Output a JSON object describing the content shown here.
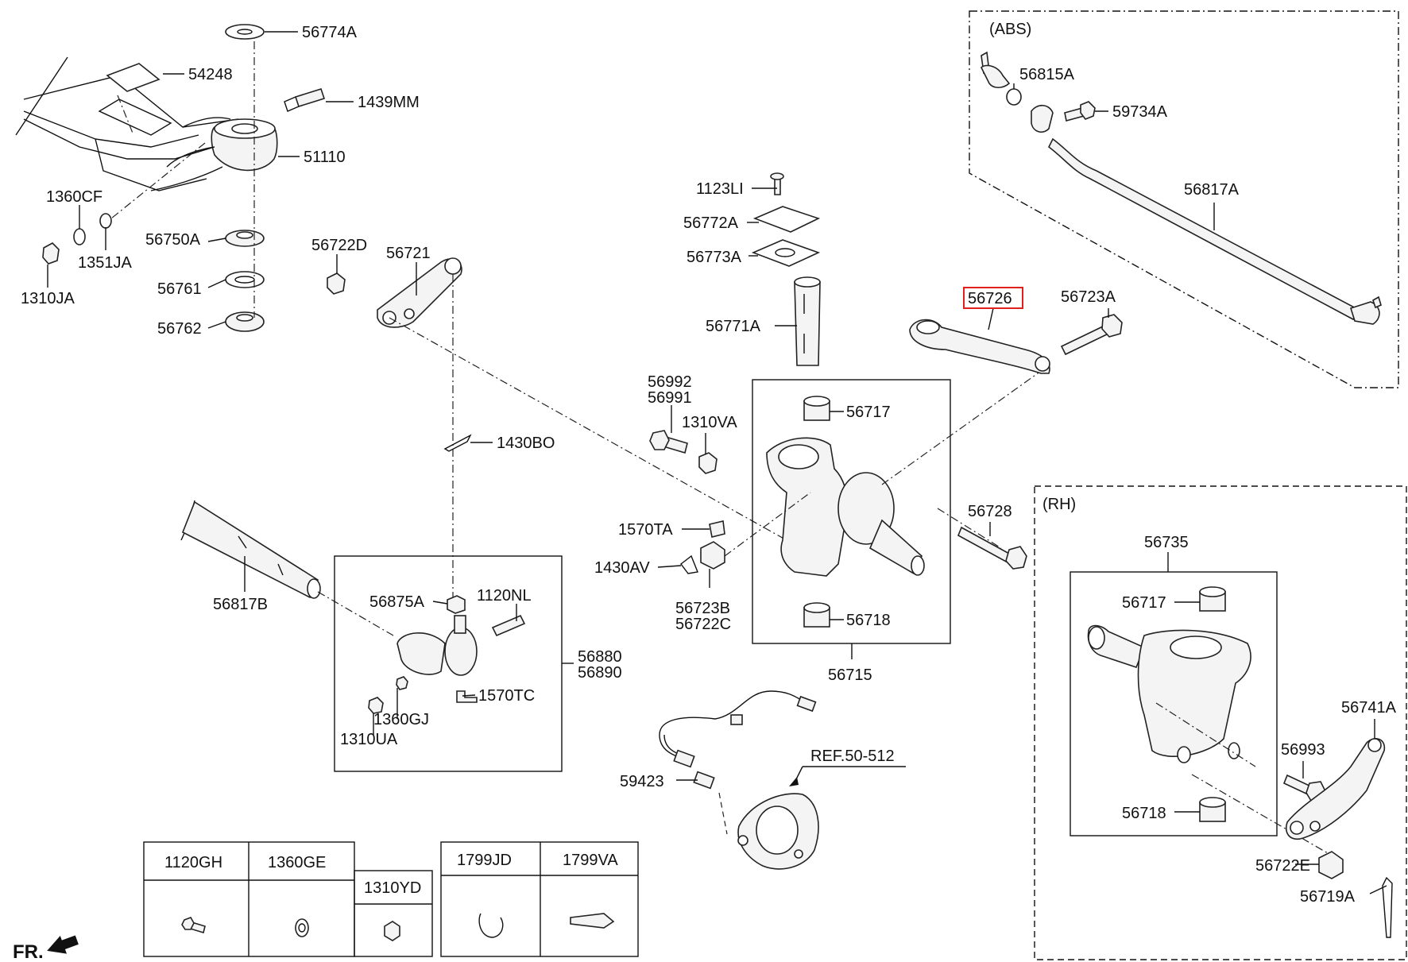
{
  "labels": {
    "p56774A": "56774A",
    "p54248": "54248",
    "p1439MM": "1439MM",
    "p51110": "51110",
    "p1360CF": "1360CF",
    "p56750A": "56750A",
    "p1351JA": "1351JA",
    "p1310JA": "1310JA",
    "p56761": "56761",
    "p56762": "56762",
    "p56722D": "56722D",
    "p56721": "56721",
    "p1430BO": "1430BO",
    "p56817B": "56817B",
    "p56875A": "56875A",
    "p1120NL": "1120NL",
    "p56880": "56880",
    "p56890": "56890",
    "p1570TC": "1570TC",
    "p1360GJ": "1360GJ",
    "p1310UA": "1310UA",
    "p1123LI": "1123LI",
    "p56772A": "56772A",
    "p56773A": "56773A",
    "p56771A": "56771A",
    "p56992": "56992",
    "p56991": "56991",
    "p1310VA": "1310VA",
    "p56717": "56717",
    "p1570TA": "1570TA",
    "p1430AV": "1430AV",
    "p56723B": "56723B",
    "p56722C": "56722C",
    "p56718": "56718",
    "p56715": "56715",
    "p56728": "56728",
    "p56726": "56726",
    "p56723A": "56723A",
    "abs": "(ABS)",
    "p56815A": "56815A",
    "p59734A": "59734A",
    "p56817A": "56817A",
    "p59423": "59423",
    "ref": "REF.50-512",
    "rh": "(RH)",
    "p56735": "56735",
    "rh56717": "56717",
    "rh56718": "56718",
    "p56741A": "56741A",
    "p56993": "56993",
    "p56722E": "56722E",
    "p56719A": "56719A",
    "fr": "FR."
  },
  "table": {
    "cells": [
      "1120GH",
      "1360GE",
      "1310YD",
      "1799JD",
      "1799VA"
    ]
  },
  "colors": {
    "highlight": "#e0201c",
    "ink": "#111111"
  }
}
